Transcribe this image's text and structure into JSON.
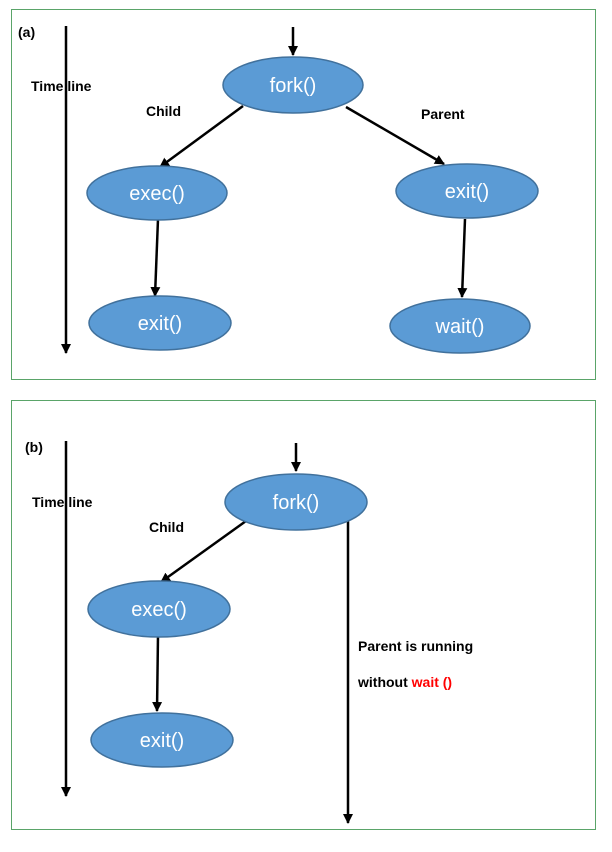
{
  "panel_a": {
    "tag": "(a)",
    "timeline_label": "Time line",
    "child_label": "Child",
    "parent_label": "Parent",
    "nodes": {
      "fork": "fork()",
      "child_exec": "exec()",
      "child_exit": "exit()",
      "parent_exit": "exit()",
      "parent_wait": "wait()"
    }
  },
  "panel_b": {
    "tag": "(b)",
    "timeline_label": "Time line",
    "child_label": "Child",
    "nodes": {
      "fork": "fork()",
      "child_exec": "exec()",
      "child_exit": "exit()"
    },
    "parent_note_line1": "Parent is running",
    "parent_note_line2_prefix": "without ",
    "parent_note_highlight": "wait ()"
  },
  "colors": {
    "node_fill": "#5b9bd5",
    "node_stroke": "#41719c",
    "panel_border": "#5aa469",
    "highlight": "#ff0000"
  }
}
